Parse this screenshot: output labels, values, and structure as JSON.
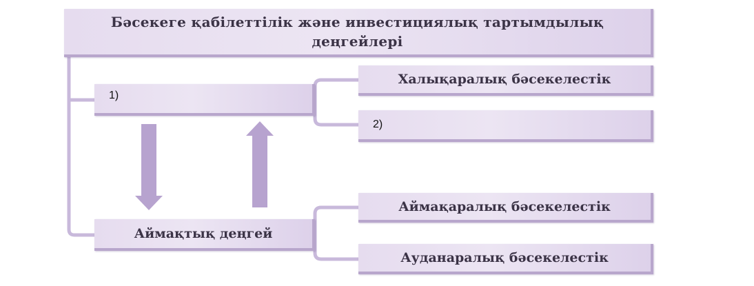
{
  "diagram": {
    "title": "Бәсекеге қабілеттілік және инвестициялық тартымдылық деңгейлері",
    "upper_level_placeholder": "1)",
    "lower_level_label": "Аймақтық деңгей",
    "upper_children": [
      "Халықаралық бәсекелестік",
      "2)"
    ],
    "lower_children": [
      "Аймақаралық бәсекелестік",
      "Ауданаралық бәсекелестік"
    ],
    "colors": {
      "box_fill": "#e6dcef",
      "box_shadow": "#b8a6cc",
      "connector": "#c8b9db",
      "arrow": "#b7a3cf"
    }
  }
}
